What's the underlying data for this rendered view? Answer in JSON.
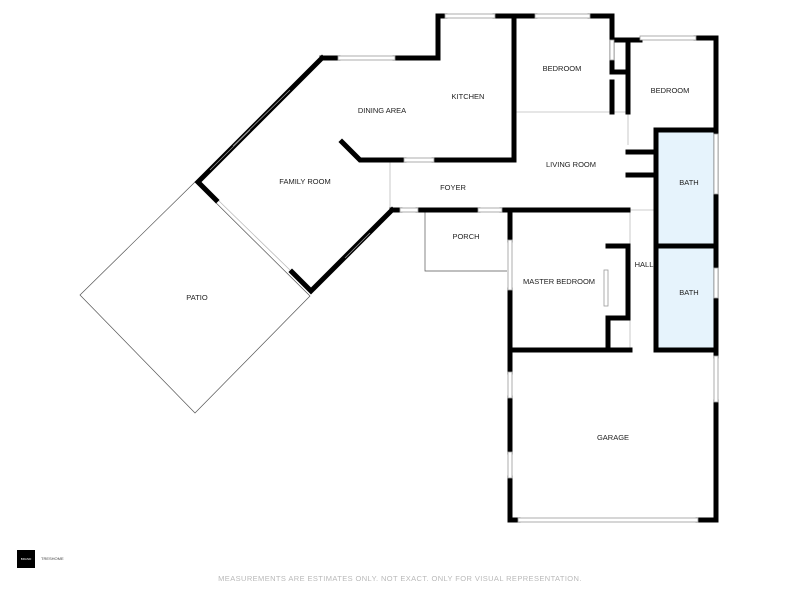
{
  "floor_plan": {
    "rooms": {
      "dining_area": "DINING AREA",
      "kitchen": "KITCHEN",
      "bedroom_1": "BEDROOM",
      "bedroom_2": "BEDROOM",
      "family_room": "FAMILY ROOM",
      "living_room": "LIVING ROOM",
      "foyer": "FOYER",
      "bath_1": "BATH",
      "porch": "PORCH",
      "hall": "HALL",
      "master_bedroom": "MASTER BEDROOM",
      "bath_2": "BATH",
      "patio": "PATIO",
      "garage": "GARAGE"
    },
    "bath_fill_color": "#e6f3fc",
    "wall_color": "#000000"
  },
  "branding": {
    "logo_text": "BRAND",
    "name": "TRESHOME"
  },
  "footer": {
    "disclaimer": "MEASUREMENTS ARE ESTIMATES ONLY. NOT EXACT. ONLY FOR VISUAL REPRESENTATION."
  }
}
